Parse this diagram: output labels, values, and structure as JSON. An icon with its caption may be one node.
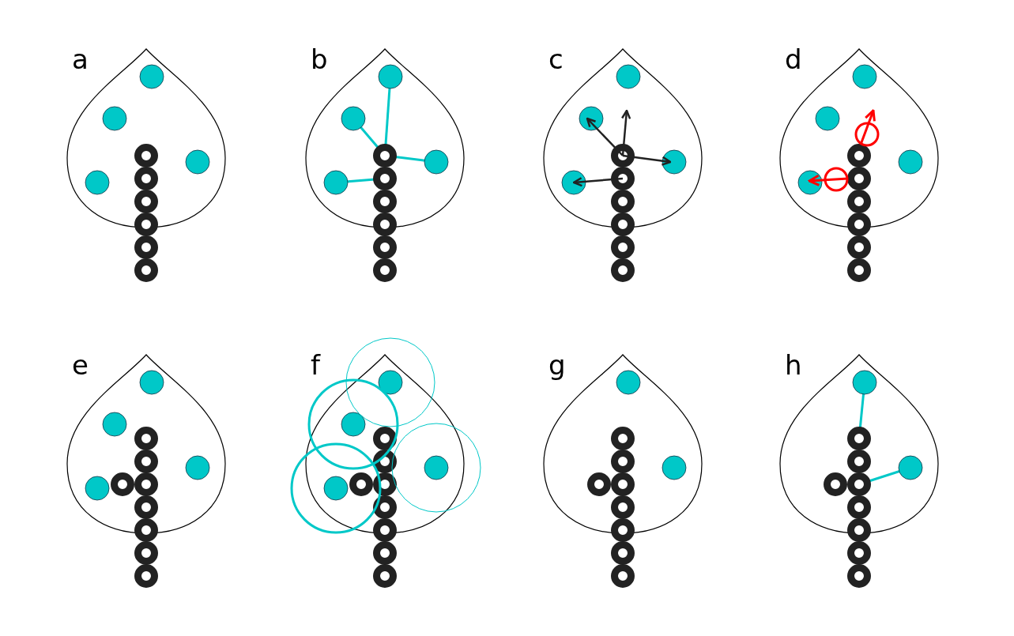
{
  "diagram": {
    "labels": [
      "a",
      "b",
      "c",
      "d",
      "e",
      "f",
      "g",
      "h"
    ]
  }
}
